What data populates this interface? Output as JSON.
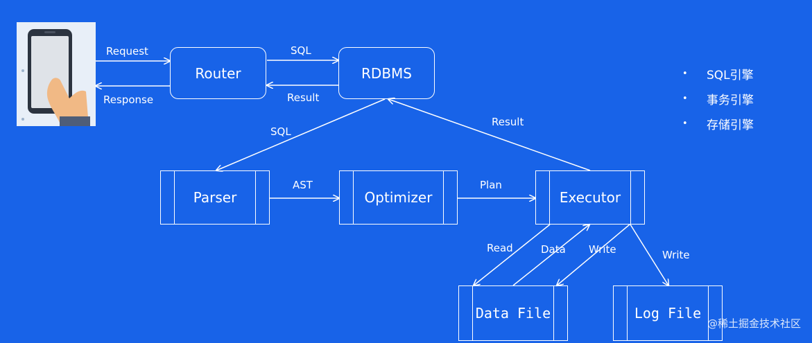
{
  "nodes": {
    "router": "Router",
    "rdbms": "RDBMS",
    "parser": "Parser",
    "optimizer": "Optimizer",
    "executor": "Executor",
    "data_file": "Data File",
    "log_file": "Log File"
  },
  "edges": {
    "request": "Request",
    "response": "Response",
    "sql_top": "SQL",
    "result_top": "Result",
    "sql_down": "SQL",
    "result_up": "Result",
    "ast": "AST",
    "plan": "Plan",
    "read": "Read",
    "data": "Data",
    "write_data": "Write",
    "write_log": "Write"
  },
  "bullets": [
    "SQL引擎",
    "事务引擎",
    "存储引擎"
  ],
  "bullet_mark": "•",
  "watermark": "@稀土掘金技术社区",
  "colors": {
    "background": "#1863e8",
    "line": "#ffffff"
  }
}
